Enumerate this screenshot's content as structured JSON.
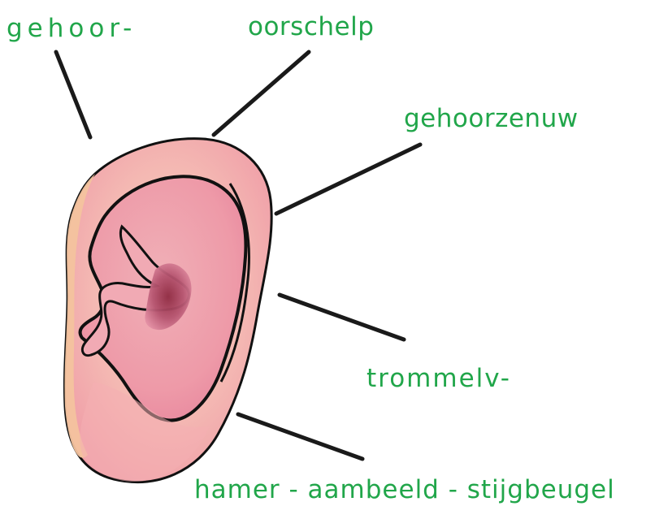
{
  "labels": {
    "gehoor": "gehoor-",
    "oorschelp": "oorschelp",
    "gehoorzenuw": "gehoorzenuw",
    "trommelv": "trommelv-",
    "bottom": "hamer - aambeeld - stijgbeugel"
  },
  "colors": {
    "label_text": "#21a64a",
    "pointer_line": "#1a1a1a",
    "skin": "#f6c6a3",
    "inner_pink": "#f0a7b2",
    "shadow": "#b85d72"
  }
}
